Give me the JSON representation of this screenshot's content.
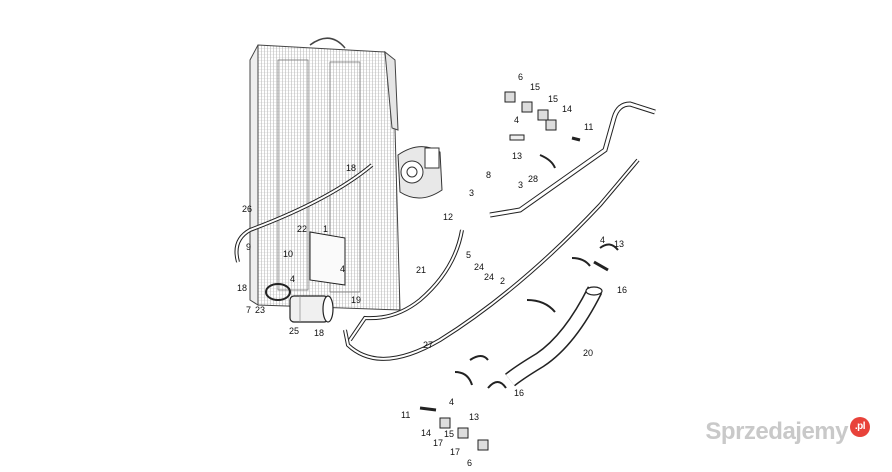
{
  "diagram": {
    "title": "Cooling system parts diagram",
    "part_labels": [
      "1",
      "2",
      "3",
      "4",
      "5",
      "6",
      "7",
      "8",
      "9",
      "10",
      "11",
      "12",
      "13",
      "14",
      "15",
      "16",
      "17",
      "18",
      "19",
      "20",
      "21",
      "22",
      "23",
      "24",
      "25",
      "26",
      "27",
      "28"
    ],
    "line_color": "#222222",
    "fill_color": "#ffffff",
    "radiator_shade": "#dcdcdc"
  },
  "watermark": {
    "text": "Sprzedajemy",
    "badge": ".pl",
    "color": "#c9c9c9",
    "badge_color": "#e8423a"
  }
}
